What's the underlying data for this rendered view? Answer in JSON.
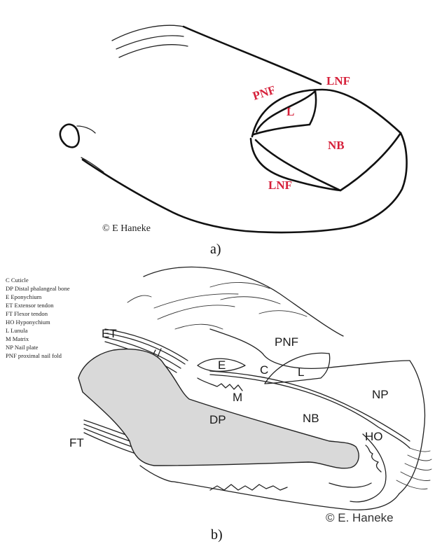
{
  "panel_a": {
    "labels": {
      "lnf_top": "LNF",
      "pnf": "PNF",
      "lunula": "L",
      "nail_bed": "NB",
      "lnf_bottom": "LNF"
    },
    "copyright": "© E Haneke",
    "caption": "a)",
    "label_color": "#d6203a"
  },
  "panel_b": {
    "legend": [
      "C  Cuticle",
      "DP Distal phalangeal bone",
      "E  Eponychium",
      "ET Extensor tendon",
      "FT Flexor tendon",
      "HO Hyponychium",
      "L  Lunula",
      "M  Matrix",
      "NP Nail plate",
      "PNF proximal nail fold"
    ],
    "labels": {
      "et": "ET",
      "pnf": "PNF",
      "e": "E",
      "c": "C",
      "l": "L",
      "np": "NP",
      "m": "M",
      "dp": "DP",
      "nb": "NB",
      "ho": "HO",
      "ft": "FT"
    },
    "copyright": "© E. Haneke",
    "caption": "b)"
  }
}
